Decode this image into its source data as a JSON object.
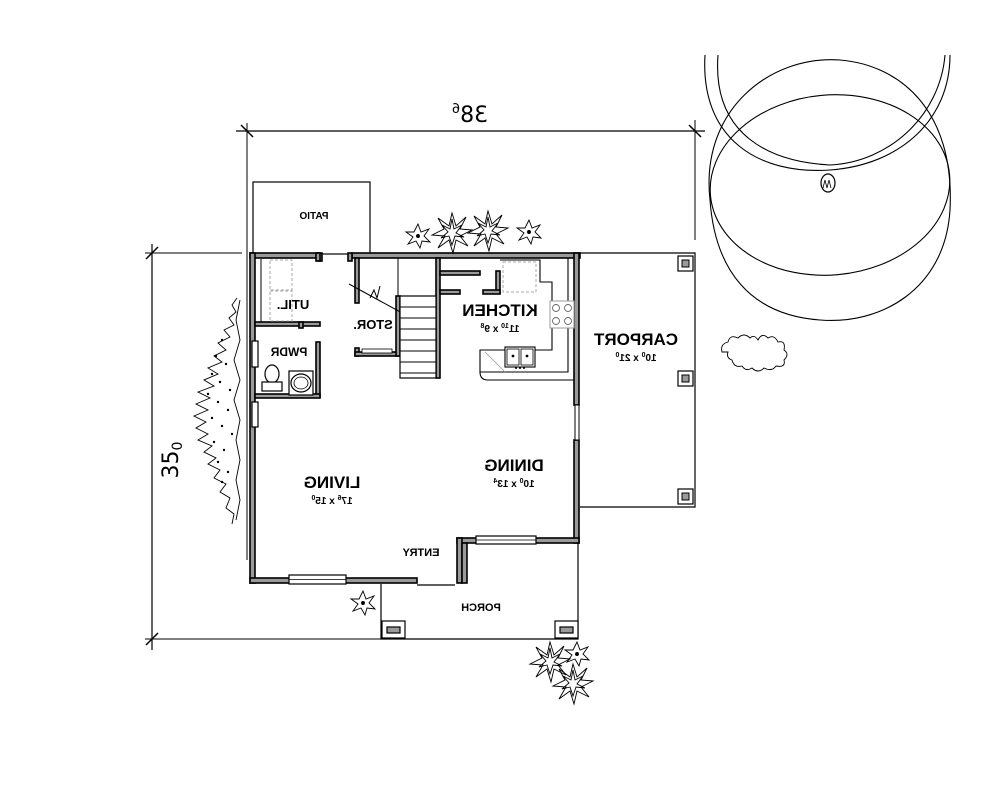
{
  "plan": {
    "orientation": "mirrored",
    "overall_width": {
      "value": "38",
      "sup": "6"
    },
    "overall_depth": {
      "value": "35",
      "sub": "0"
    },
    "rooms": [
      {
        "id": "patio",
        "name": "PATIO"
      },
      {
        "id": "util",
        "name": "UTIL."
      },
      {
        "id": "pwdr",
        "name": "PWDR"
      },
      {
        "id": "stor",
        "name": "STOR."
      },
      {
        "id": "kitchen",
        "name": "KITCHEN",
        "w": "11",
        "w_sup": "10",
        "d": "9",
        "d_sup": "8"
      },
      {
        "id": "carport",
        "name": "CARPORT",
        "w": "10",
        "w_sup": "0",
        "d": "21",
        "d_sup": "0"
      },
      {
        "id": "living",
        "name": "LIVING",
        "w": "17",
        "w_sup": "6",
        "d": "15",
        "d_sup": "0"
      },
      {
        "id": "dining",
        "name": "DINING",
        "w": "10",
        "w_sup": "0",
        "d": "13",
        "d_sup": "4"
      },
      {
        "id": "entry",
        "name": "ENTRY"
      },
      {
        "id": "porch",
        "name": "PORCH"
      }
    ],
    "by": "x",
    "colors": {
      "wall_fill": "#9a9a9a",
      "line": "#000000",
      "background": "#ffffff"
    }
  }
}
